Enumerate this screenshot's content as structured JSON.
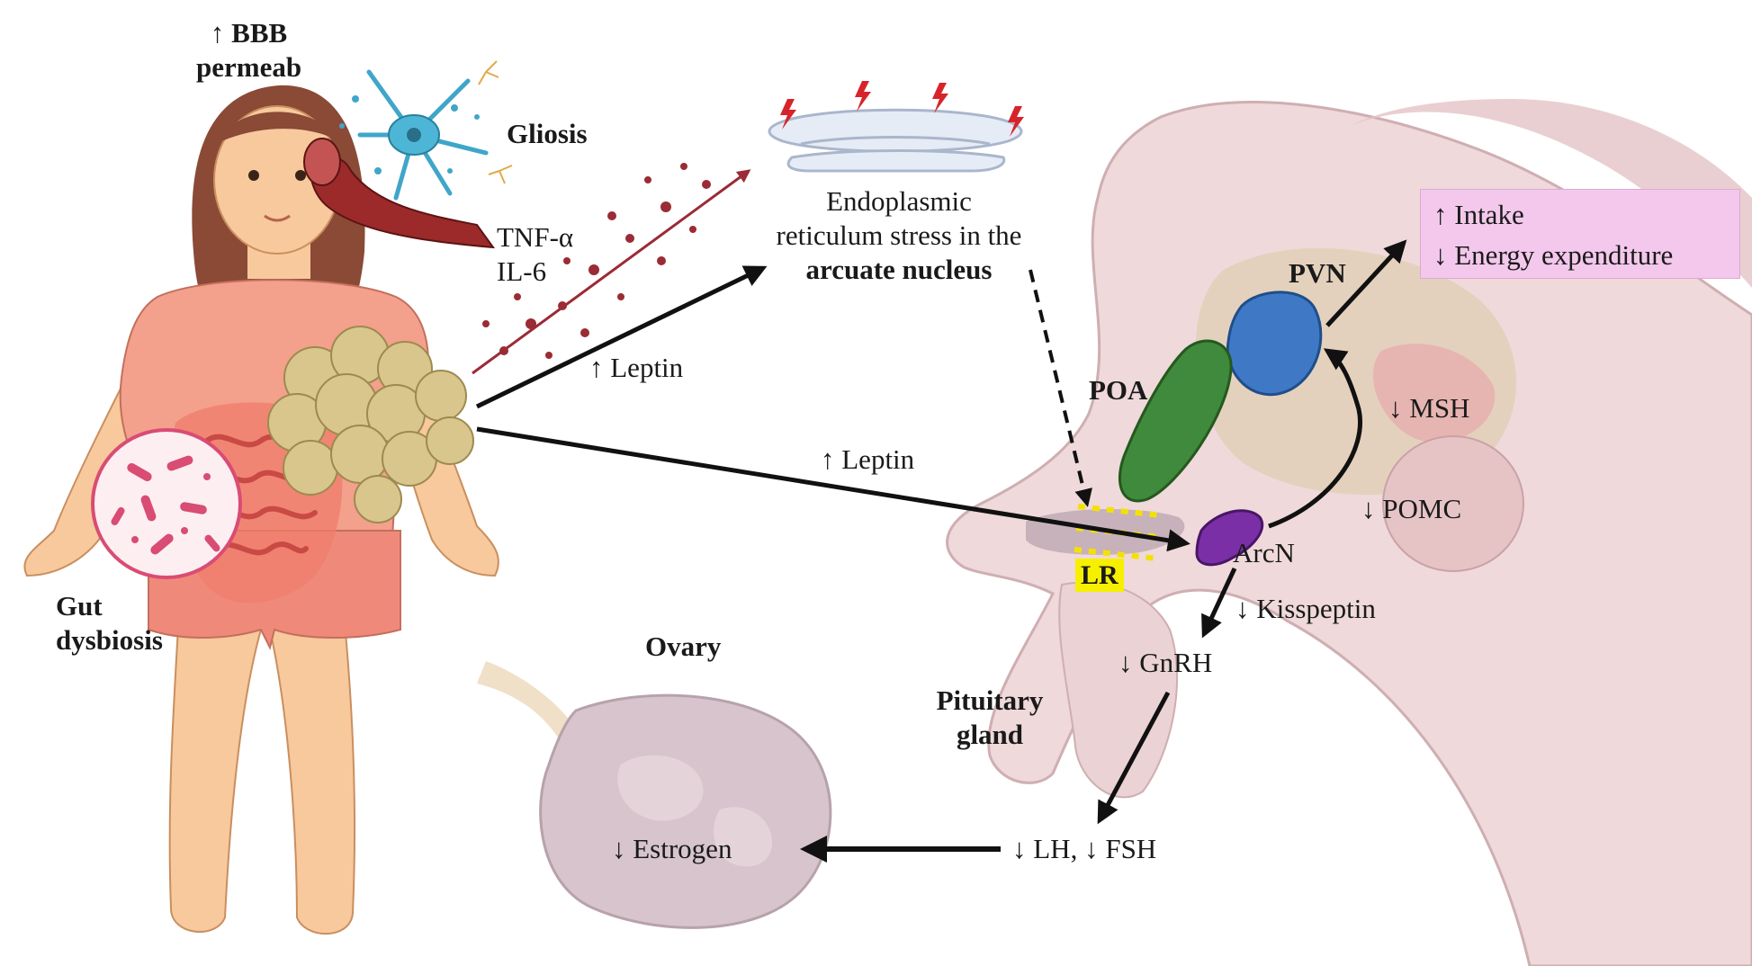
{
  "labels": {
    "bbb": [
      "↑ BBB",
      "permeab"
    ],
    "gliosis": "Gliosis",
    "cytokines": [
      "TNF-α",
      "IL-6"
    ],
    "gut": [
      "Gut",
      "dysbiosis"
    ],
    "er_stress": [
      "Endoplasmic",
      "reticulum stress in the",
      "arcuate nucleus"
    ],
    "leptin_upper": "↑ Leptin",
    "leptin_lower": "↑ Leptin",
    "pvn": "PVN",
    "poa": "POA",
    "lr": "LR",
    "arcn": "ArcN",
    "msh": "↓ MSH",
    "pomc": "↓ POMC",
    "kisspeptin": "↓ Kisspeptin",
    "gnrh": "↓ GnRH",
    "pituitary": [
      "Pituitary",
      "gland"
    ],
    "ovary": "Ovary",
    "estrogen": "↓ Estrogen",
    "lh_fsh": "↓ LH, ↓ FSH"
  },
  "outcome": {
    "intake": "↑ Intake",
    "energy": "↓ Energy expenditure"
  },
  "colors": {
    "pvn": "#3f79c6",
    "poa": "#3f8a3c",
    "arcn": "#7a2fa6",
    "outcome_bg": "#f3c8ec",
    "lr_highlight": "#f6f000",
    "brain_tissue": "#e9cfd1",
    "skin": "#f7c99c",
    "shirt": "#f3a08c",
    "fat": "#d9c68d",
    "blood_vessel": "#9c2a2a",
    "ovary": "#d7c4cc"
  }
}
